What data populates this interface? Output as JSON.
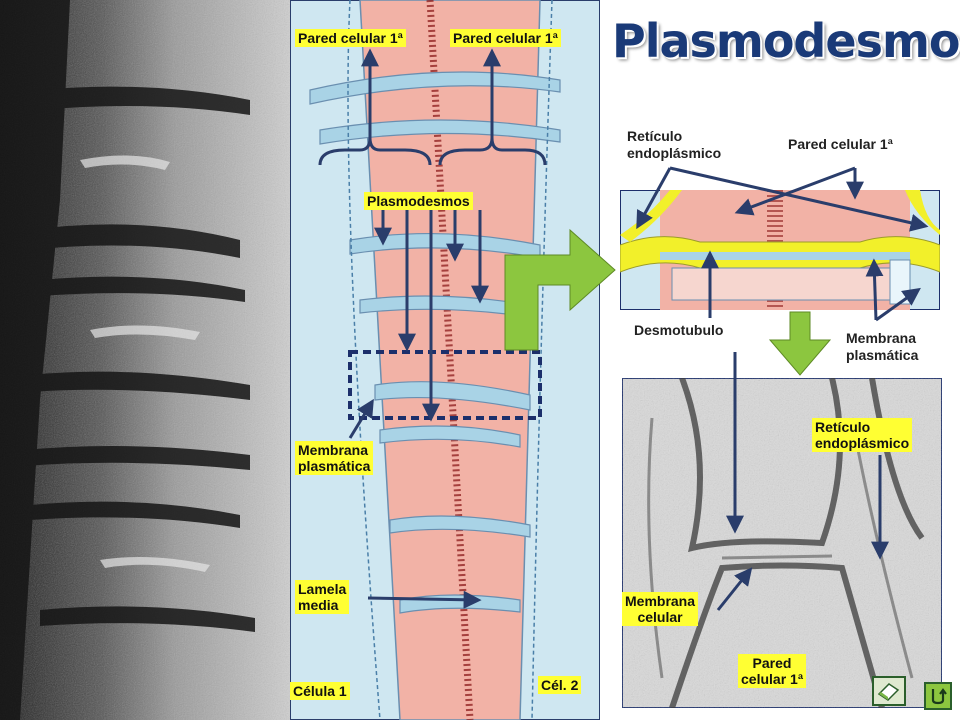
{
  "title": "Plasmodesmos",
  "diagram_labels": {
    "wall_left": "Pared celular 1ª",
    "wall_right": "Pared celular 1ª",
    "plasmodesmos": "Plasmodesmos",
    "plasma_membrane": "Membrana\nplasmática",
    "middle_lamella": "Lamela\nmedia",
    "cell_1": "Célula 1",
    "cell_2": "Cél. 2"
  },
  "zoom_labels": {
    "reticulum": "Retículo\nendoplásmico",
    "wall": "Pared celular 1ª",
    "desmotubule": "Desmotubulo",
    "plasma_membrane": "Membrana\nplasmática"
  },
  "micrograph_labels": {
    "reticulum": "Retículo\nendoplásmico",
    "cell_membrane": "Membrana\ncelular",
    "wall": "Pared\ncelular 1ª"
  },
  "nav": {
    "edit_icon": "eraser-icon",
    "return_icon": "return-arrow-icon"
  },
  "colors": {
    "label_bg": "#ffff33",
    "arrow": "#2a3d6b",
    "wall_pink": "#f2b2a6",
    "cytoplasm_blue": "#a9d3e6",
    "green_arrow": "#8cc63f",
    "title": "#1a3a78"
  }
}
